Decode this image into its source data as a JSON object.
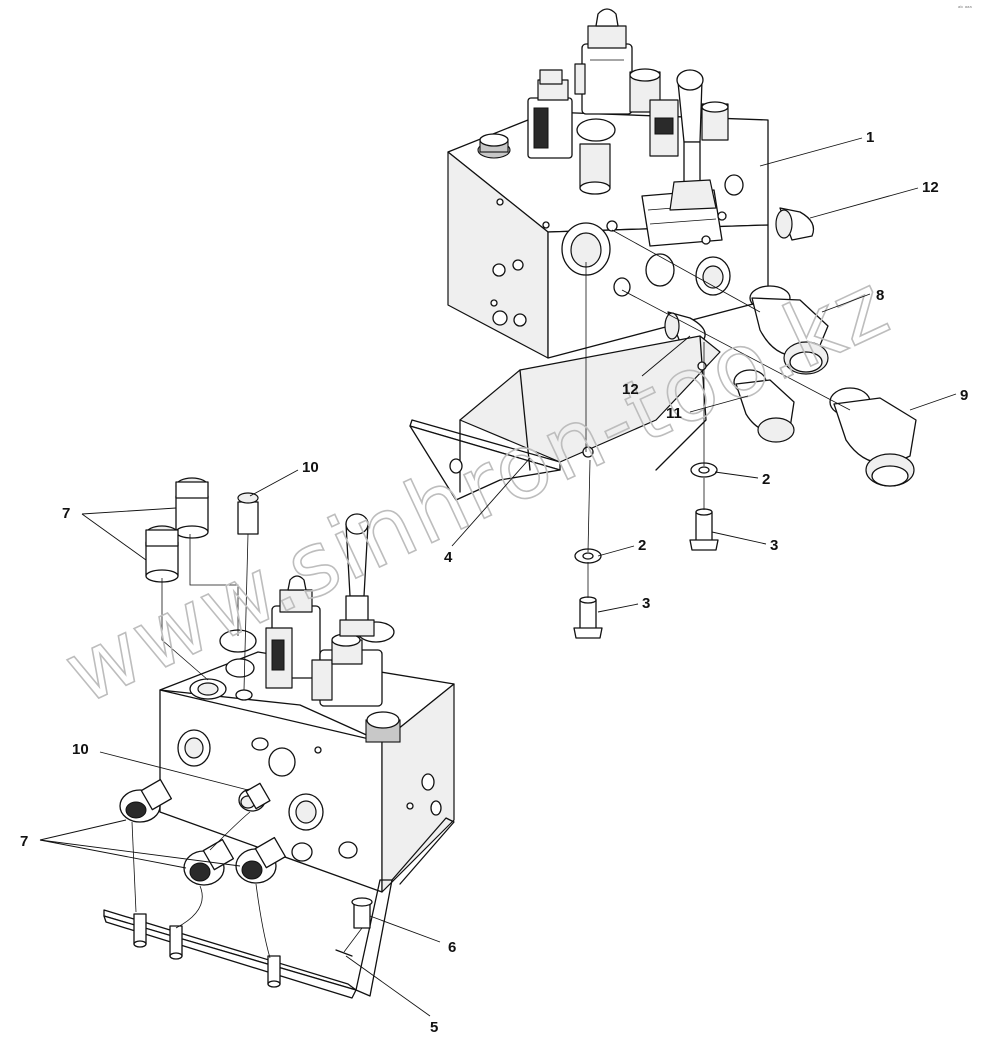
{
  "watermark": "www.sinhron-too.kz",
  "corner_mark": "ᵃᵇ ᵃᵃᵃ",
  "callouts": {
    "c1": "1",
    "c12a": "12",
    "c8": "8",
    "c12b": "12",
    "c9": "9",
    "c11": "11",
    "c2a": "2",
    "c3a": "3",
    "c2b": "2",
    "c3b": "3",
    "c4": "4",
    "c10a": "10",
    "c7a": "7",
    "c10b": "10",
    "c7b": "7",
    "c6": "6",
    "c5": "5"
  }
}
